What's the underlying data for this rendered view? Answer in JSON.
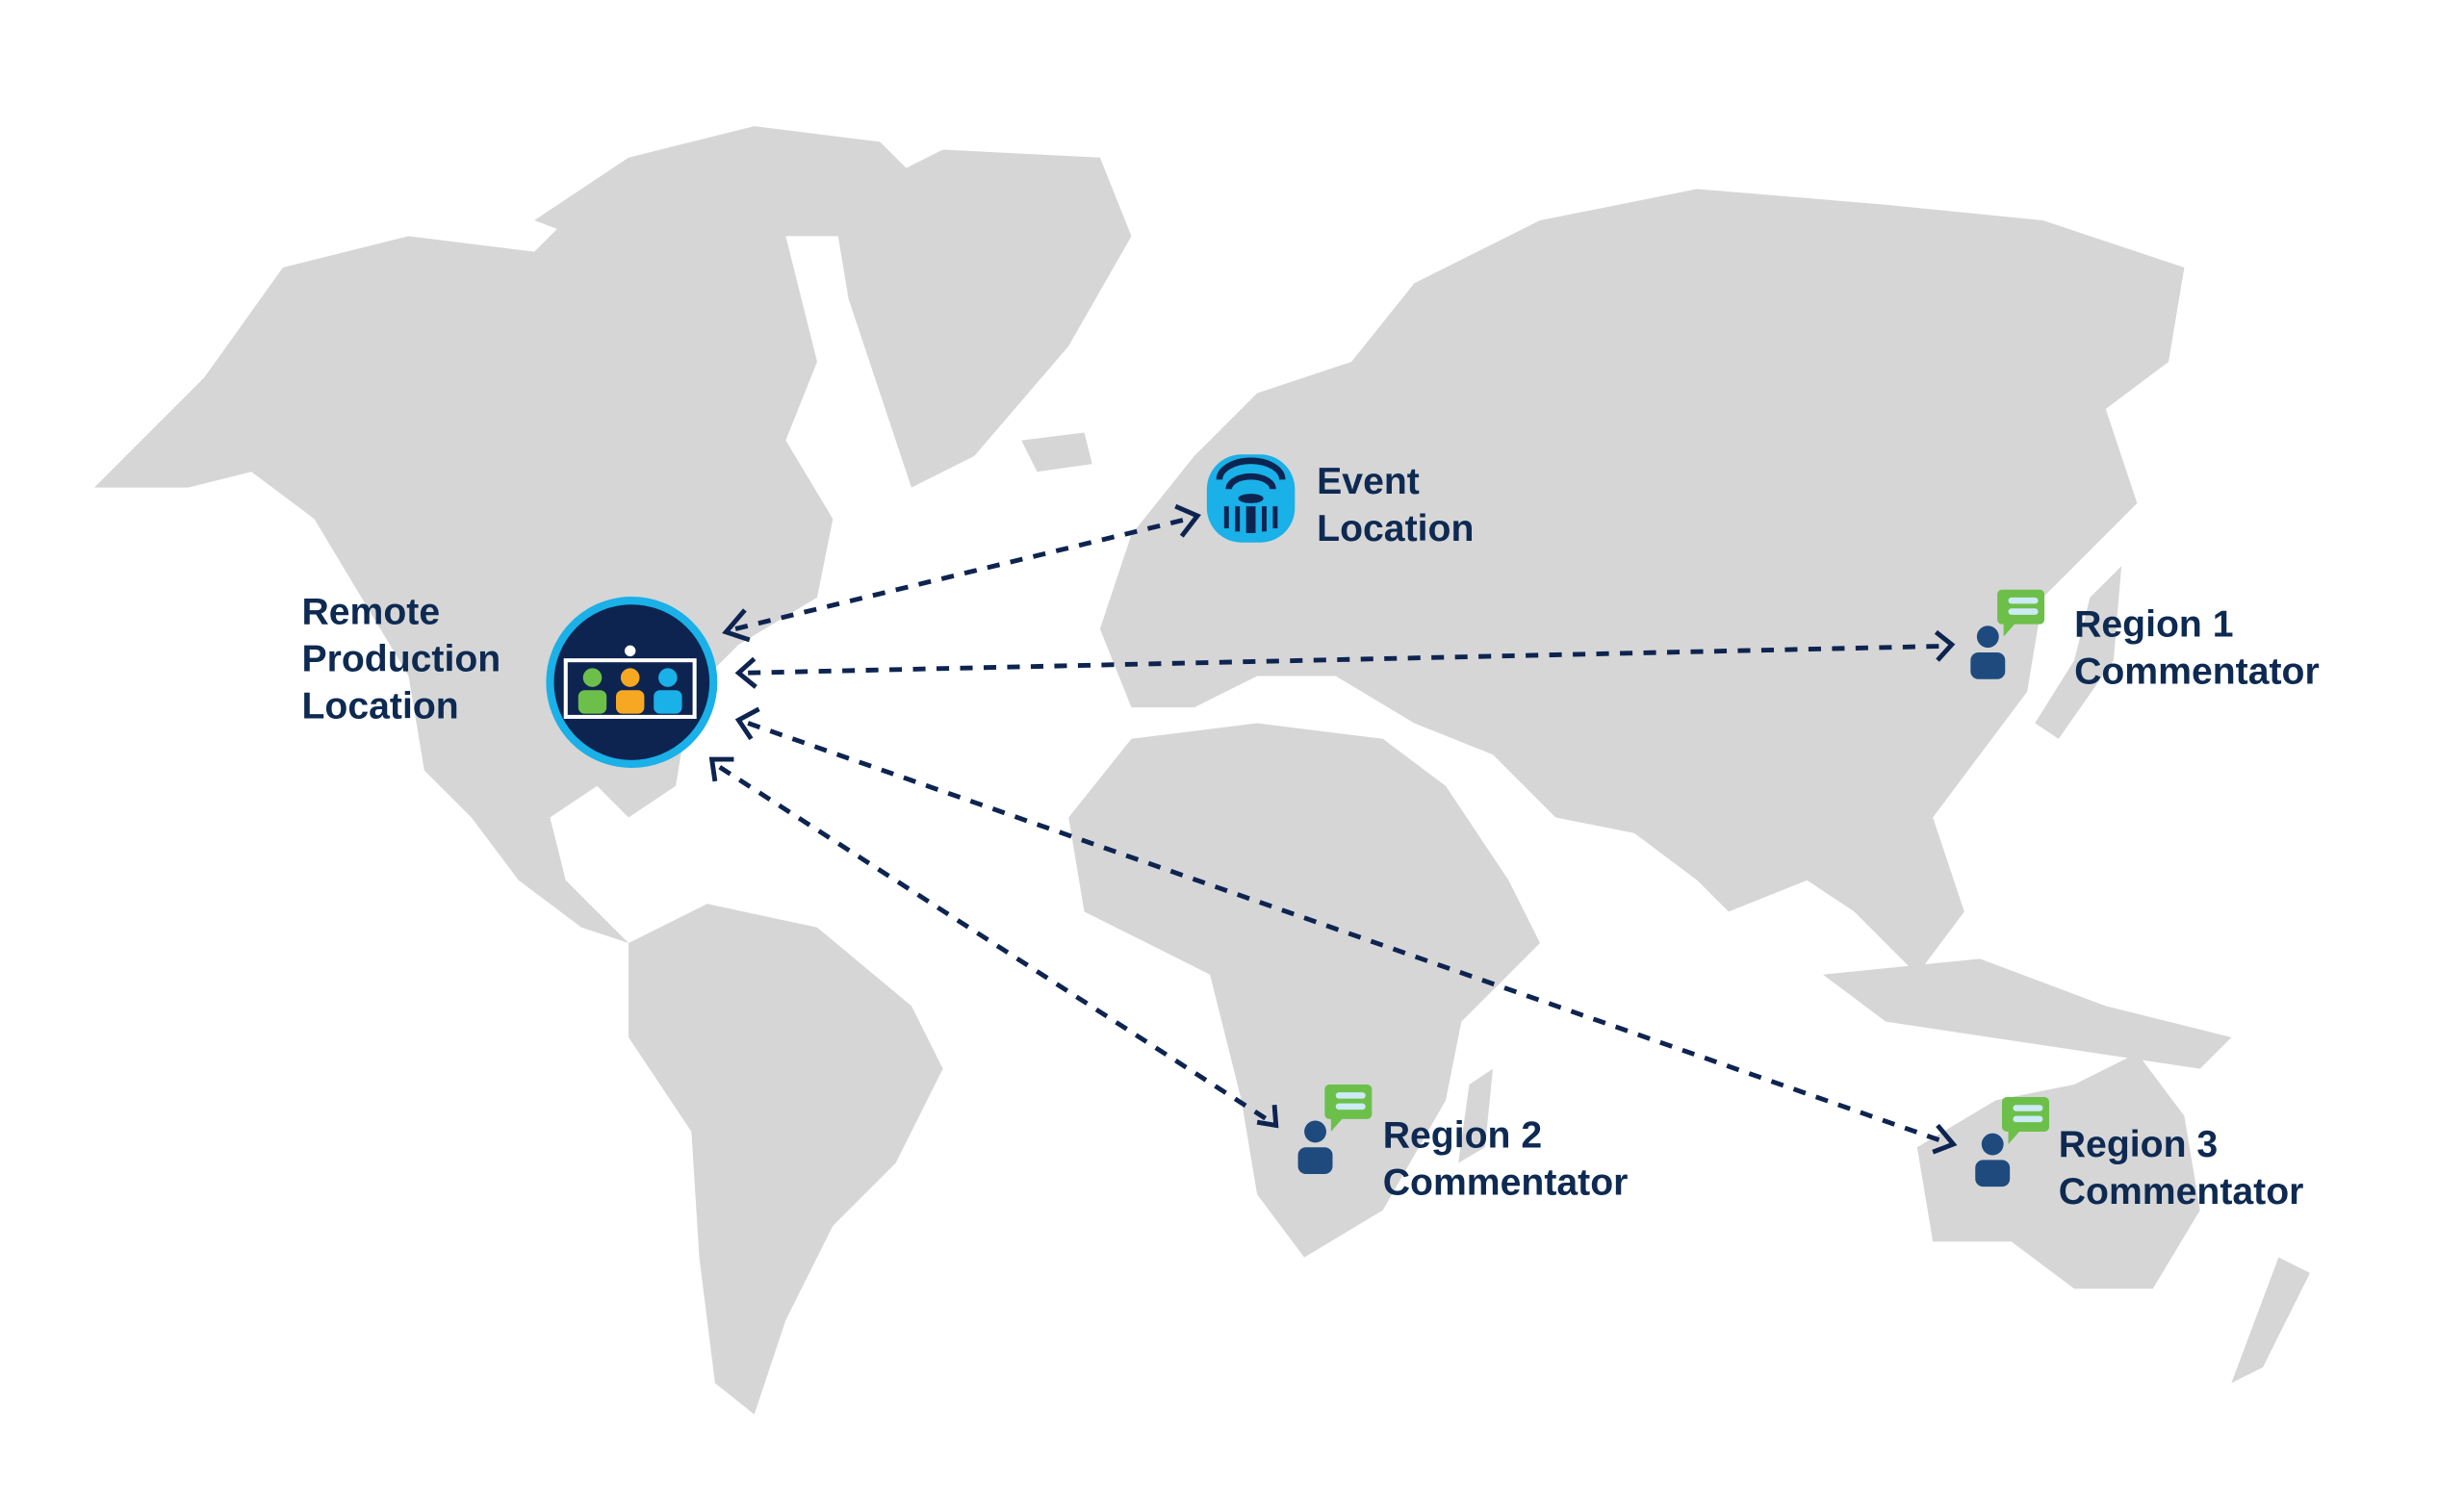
{
  "nodes": {
    "remote": {
      "line1": "Remote",
      "line2": "Production",
      "line3": "Location"
    },
    "event": {
      "line1": "Event",
      "line2": "Location"
    },
    "region1": {
      "line1": "Region 1",
      "line2": "Commentator"
    },
    "region2": {
      "line1": "Region 2",
      "line2": "Commentator"
    },
    "region3": {
      "line1": "Region 3",
      "line2": "Commentator"
    }
  },
  "colors": {
    "navy": "#0e2450",
    "cyan": "#1ab0e8",
    "green": "#6cc04a",
    "orange": "#f7a823",
    "land": "#d6d6d6",
    "person": "#1e4a7e"
  },
  "icons": [
    "video-conference-icon",
    "stadium-icon",
    "commentator-icon",
    "chat-bubble-icon"
  ]
}
